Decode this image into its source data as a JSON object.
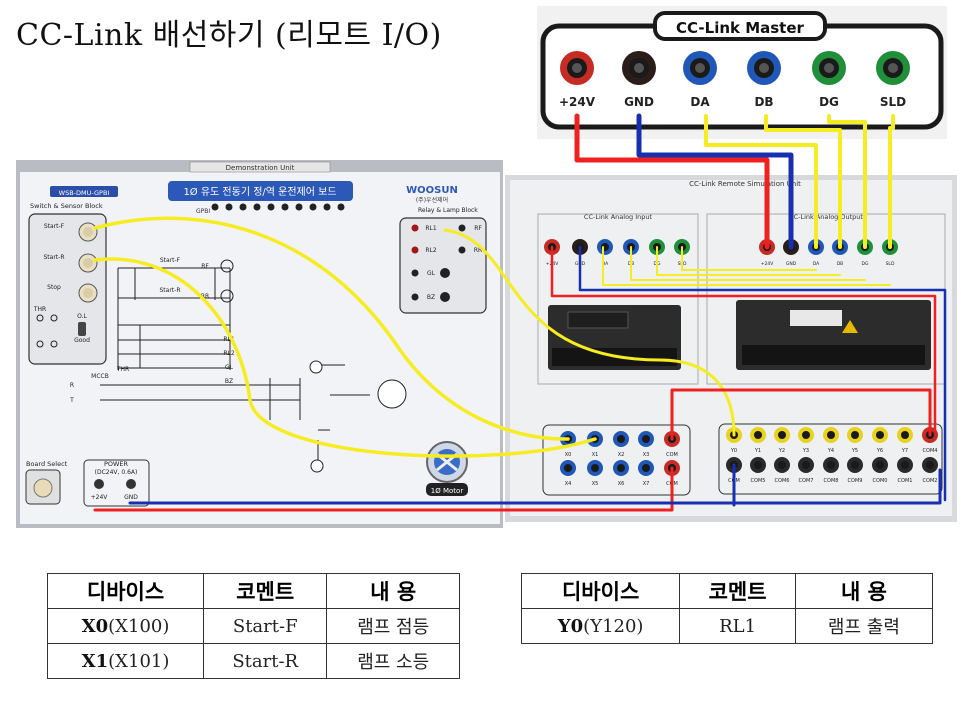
{
  "title": "CC-Link 배선하기 (리모트 I/O)",
  "master": {
    "label": "CC-Link Master",
    "terminals": [
      {
        "label": "+24V",
        "color": "#c62b24"
      },
      {
        "label": "GND",
        "color": "#2a1d1a"
      },
      {
        "label": "DA",
        "color": "#1f58b7"
      },
      {
        "label": "DB",
        "color": "#1f58b7"
      },
      {
        "label": "DG",
        "color": "#1f8f3a"
      },
      {
        "label": "SLD",
        "color": "#1f8f3a"
      }
    ]
  },
  "demo_unit": {
    "header": "Demonstration Unit",
    "model_tag": "WSB-DMU-GPBI",
    "board_title": "1Ø 유도 전동기 정/역 운전제어 보드",
    "brand": "WOOSUN",
    "brand_sub": "(주)우선제어",
    "gpbi_label": "GPBI",
    "switch_block_label": "Switch & Sensor Block",
    "relay_block_label": "Relay & Lamp Block",
    "switches": [
      "Start-F",
      "Start-R",
      "Stop",
      "THR",
      "O.L",
      "Good"
    ],
    "relay_lamps": [
      "RL1",
      "RF",
      "RL2",
      "RR",
      "GL",
      "BZ"
    ],
    "circuit_labels": [
      "Start-F",
      "Start-R",
      "RF",
      "RR",
      "MCCB",
      "R",
      "T",
      "RL1",
      "RL2",
      "GL",
      "BZ",
      "1Ø Motor",
      "THR"
    ],
    "board_select": "Board Select",
    "power_label": "POWER",
    "power_sub": "(DC24V, 0.6A)",
    "power_terms": [
      "+24V",
      "GND"
    ],
    "motor_label": "1Ø Motor"
  },
  "remote_unit": {
    "header": "CC-Link Remote Simulation Unit",
    "analog_input": "CC-Link Analog Input",
    "analog_output": "CC-Link Analog Output",
    "small_terms": [
      "+24V",
      "GND",
      "DA",
      "DB",
      "DG",
      "SLD"
    ],
    "input_terms_top": [
      "X0",
      "X1",
      "X2",
      "X3",
      "COM"
    ],
    "input_terms_bottom": [
      "X4",
      "X5",
      "X6",
      "X7",
      "COM"
    ],
    "output_terms_top": [
      "Y0",
      "Y1",
      "Y2",
      "Y3",
      "Y4",
      "Y5",
      "Y6",
      "Y7",
      "COM4"
    ],
    "output_terms_bottom": [
      "COM",
      "COM5",
      "COM6",
      "COM7",
      "COM8",
      "COM9",
      "COM0",
      "COM1",
      "COM2"
    ]
  },
  "colors": {
    "red": "#f02020",
    "blue": "#1830b0",
    "yellow": "#f5ec22"
  },
  "table_left": {
    "headers": [
      "디바이스",
      "코멘트",
      "내  용"
    ],
    "rows": [
      {
        "device": "X0",
        "addr": "(X100)",
        "comment": "Start-F",
        "content": "램프 점등"
      },
      {
        "device": "X1",
        "addr": "(X101)",
        "comment": "Start-R",
        "content": "램프 소등"
      }
    ]
  },
  "table_right": {
    "headers": [
      "디바이스",
      "코멘트",
      "내  용"
    ],
    "rows": [
      {
        "device": "Y0",
        "addr": "(Y120)",
        "comment": "RL1",
        "content": "램프 출력"
      }
    ]
  }
}
